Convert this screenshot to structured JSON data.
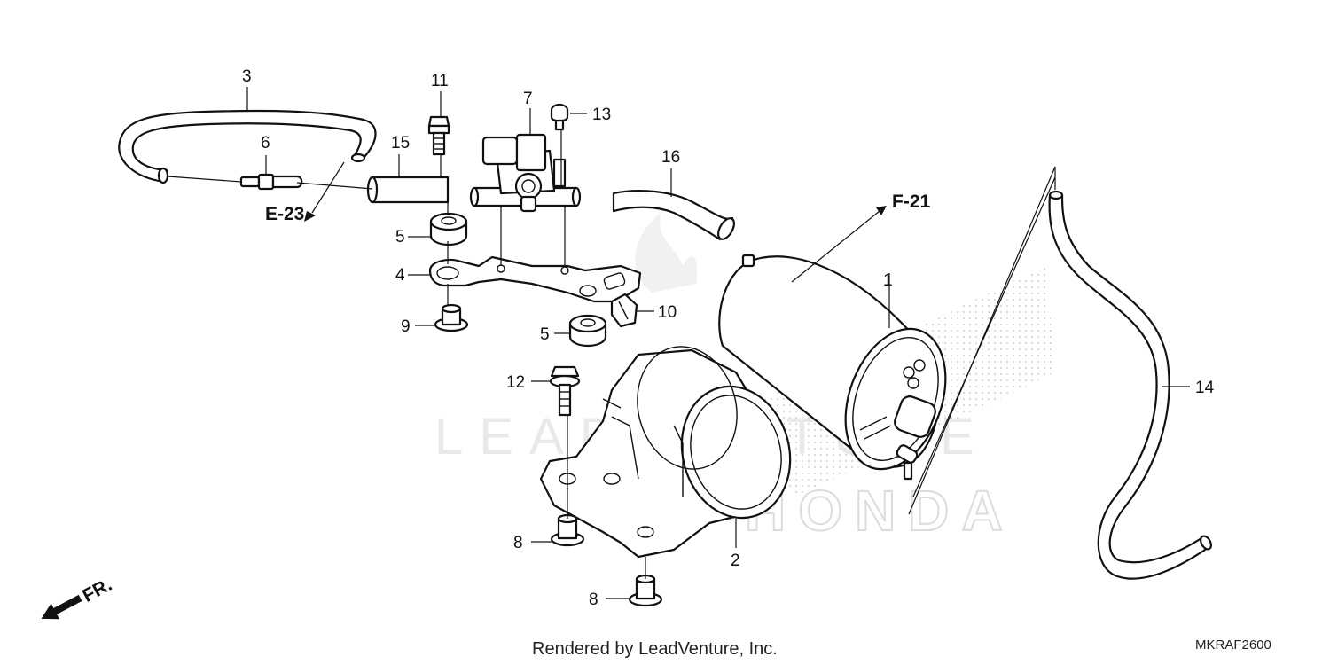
{
  "watermarks": {
    "leadventure": "LEADVENTURE",
    "honda": "HONDA"
  },
  "callouts": [
    "1",
    "2",
    "3",
    "4",
    "5",
    "5",
    "6",
    "7",
    "8",
    "8",
    "9",
    "10",
    "11",
    "12",
    "13",
    "14",
    "15",
    "16"
  ],
  "references": {
    "e23": "E-23",
    "f21": "F-21",
    "front": "FR."
  },
  "footer": {
    "credit": "Rendered by LeadVenture, Inc.",
    "code": "MKRAF2600"
  },
  "icons": [
    "front-direction-arrow-icon"
  ]
}
